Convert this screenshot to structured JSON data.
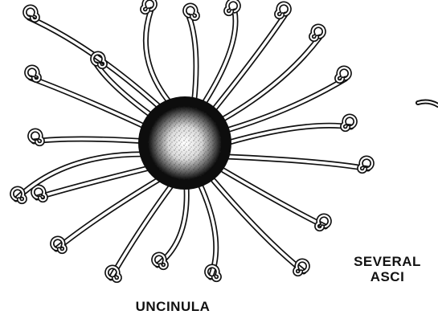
{
  "labels": {
    "specimen": "UNCINULA",
    "asci_line1": "SEVERAL",
    "asci_line2": "ASCI"
  },
  "colors": {
    "ink": "#111111",
    "appendage_fill": "#ffffff",
    "background": "#ffffff"
  }
}
